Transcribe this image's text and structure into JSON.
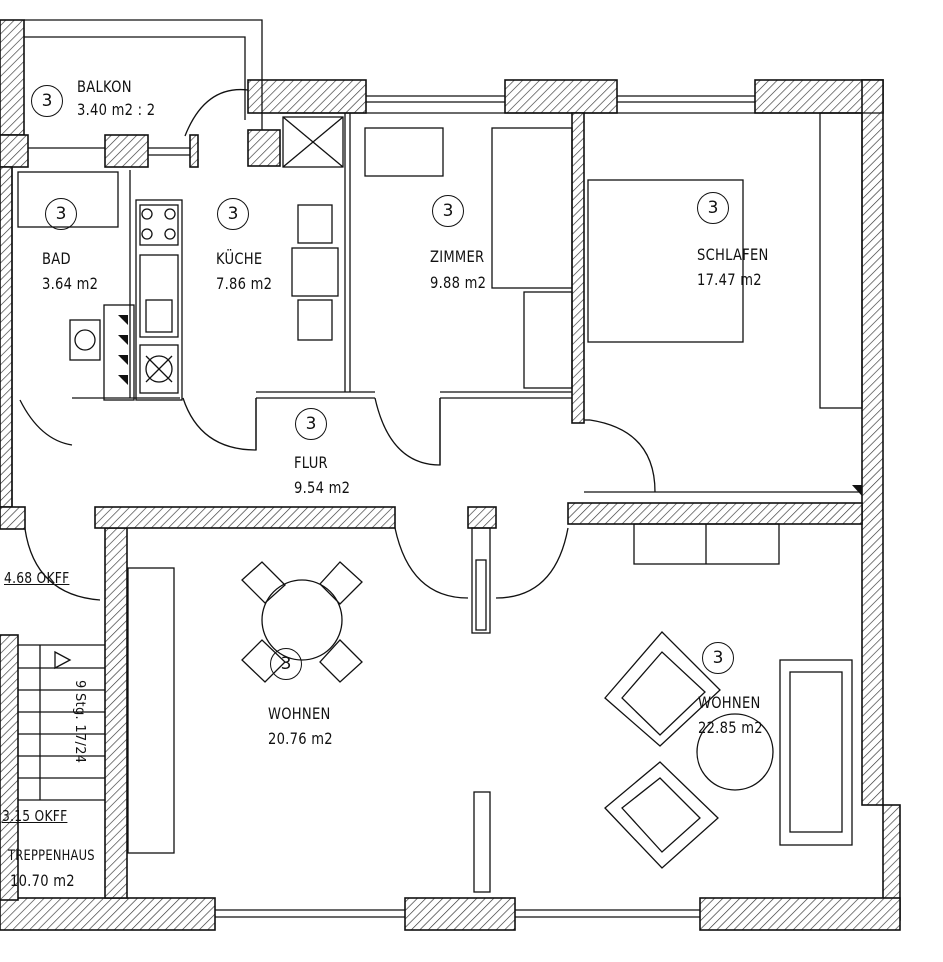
{
  "rooms": {
    "balkon": {
      "name": "BALKON",
      "area": "3.40 m2 : 2",
      "badge": "3"
    },
    "bad": {
      "name": "BAD",
      "area": "3.64 m2",
      "badge": "3"
    },
    "kueche": {
      "name": "KÜCHE",
      "area": "7.86 m2",
      "badge": "3"
    },
    "zimmer": {
      "name": "ZIMMER",
      "area": "9.88 m2",
      "badge": "3"
    },
    "schlafen": {
      "name": "SCHLAFEN",
      "area": "17.47 m2",
      "badge": "3"
    },
    "flur": {
      "name": "FLUR",
      "area": "9.54 m2",
      "badge": "3"
    },
    "wohnen1": {
      "name": "WOHNEN",
      "area": "20.76 m2",
      "badge": "3"
    },
    "wohnen2": {
      "name": "WOHNEN",
      "area": "22.85 m2",
      "badge": "3"
    },
    "treppenhaus": {
      "name": "TREPPENHAUS",
      "area": "10.70 m2"
    }
  },
  "levels": {
    "upper": "4.68 OKFF",
    "lower": "3.15 OKFF"
  },
  "stair": {
    "steps": "9 Stg. 17/24"
  }
}
